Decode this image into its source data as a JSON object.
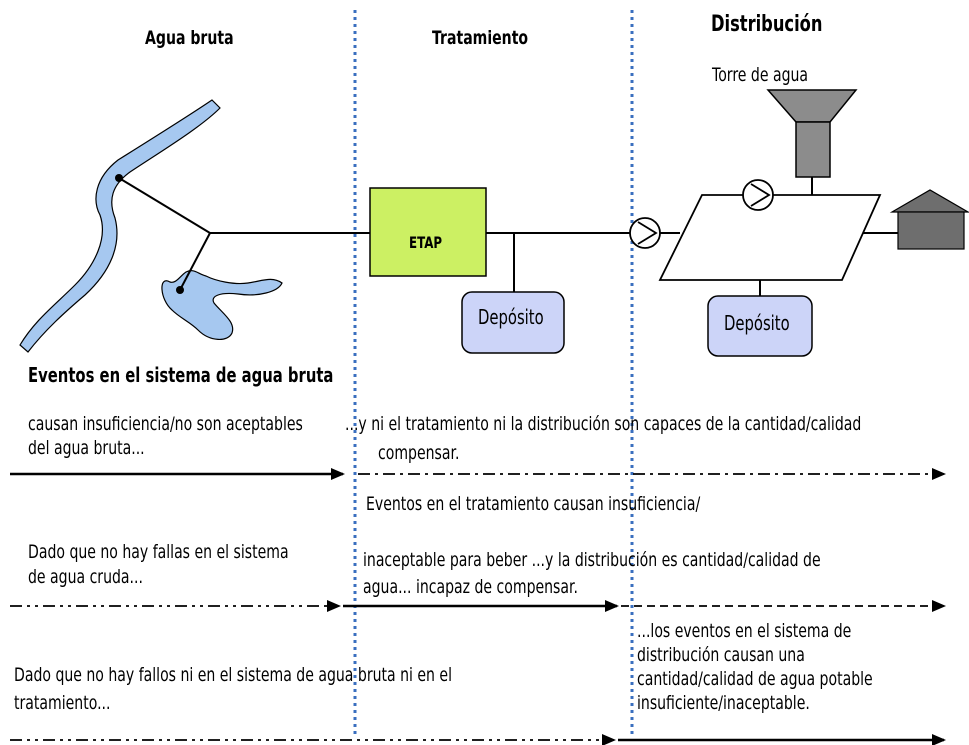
{
  "headers": {
    "raw": "Agua bruta",
    "treatment": "Tratamiento",
    "distribution": "Distribución"
  },
  "labels": {
    "tower": "Torre de agua",
    "plant": "ETAP",
    "tank1": "Depósito",
    "tank2": "Depósito"
  },
  "section_title": "Eventos en el sistema de agua bruta",
  "rows": {
    "r1_left_1": "causan insuficiencia/no son aceptables",
    "r1_left_2": "del agua bruta...",
    "r1_right_1": "...y ni el tratamiento ni la distribución son capaces de la cantidad/calidad",
    "r1_right_2": "compensar.",
    "r2_top": "Eventos en el tratamiento causan insuficiencia/",
    "r2_left_1": "Dado que no hay fallas en el sistema",
    "r2_left_2": "de agua cruda...",
    "r2_mid_1": "inaceptable para beber ...y la distribución es cantidad/calidad de",
    "r2_mid_2": "agua... incapaz de compensar.",
    "r3_left_1": "Dado que no hay fallos ni en el sistema de agua bruta ni en el",
    "r3_left_2": "tratamiento...",
    "r3_right_1": "...los eventos en el sistema de",
    "r3_right_2": "distribución causan una",
    "r3_right_3": "cantidad/calidad de agua potable",
    "r3_right_4": "insuficiente/inaceptable."
  },
  "colors": {
    "water": "#a6c8f0",
    "plant": "#ccf063",
    "tank": "#ccd4f8",
    "tower": "#8c8c8c",
    "house": "#6e6e6e",
    "divider": "#3a6fbf"
  }
}
